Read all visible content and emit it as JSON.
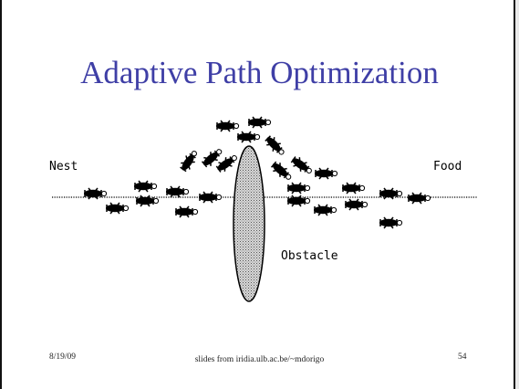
{
  "slide": {
    "title": "Adaptive Path Optimization",
    "labels": {
      "nest": "Nest",
      "food": "Food",
      "obstacle": "Obstacle"
    },
    "footer": {
      "date": "8/19/09",
      "source": "slides from iridia.ulb.ac.be/~mdorigo",
      "page": "54"
    },
    "colors": {
      "title": "#3f3fa6",
      "ant": "#000000",
      "obstacle_fill": "#bdbdbd"
    }
  }
}
